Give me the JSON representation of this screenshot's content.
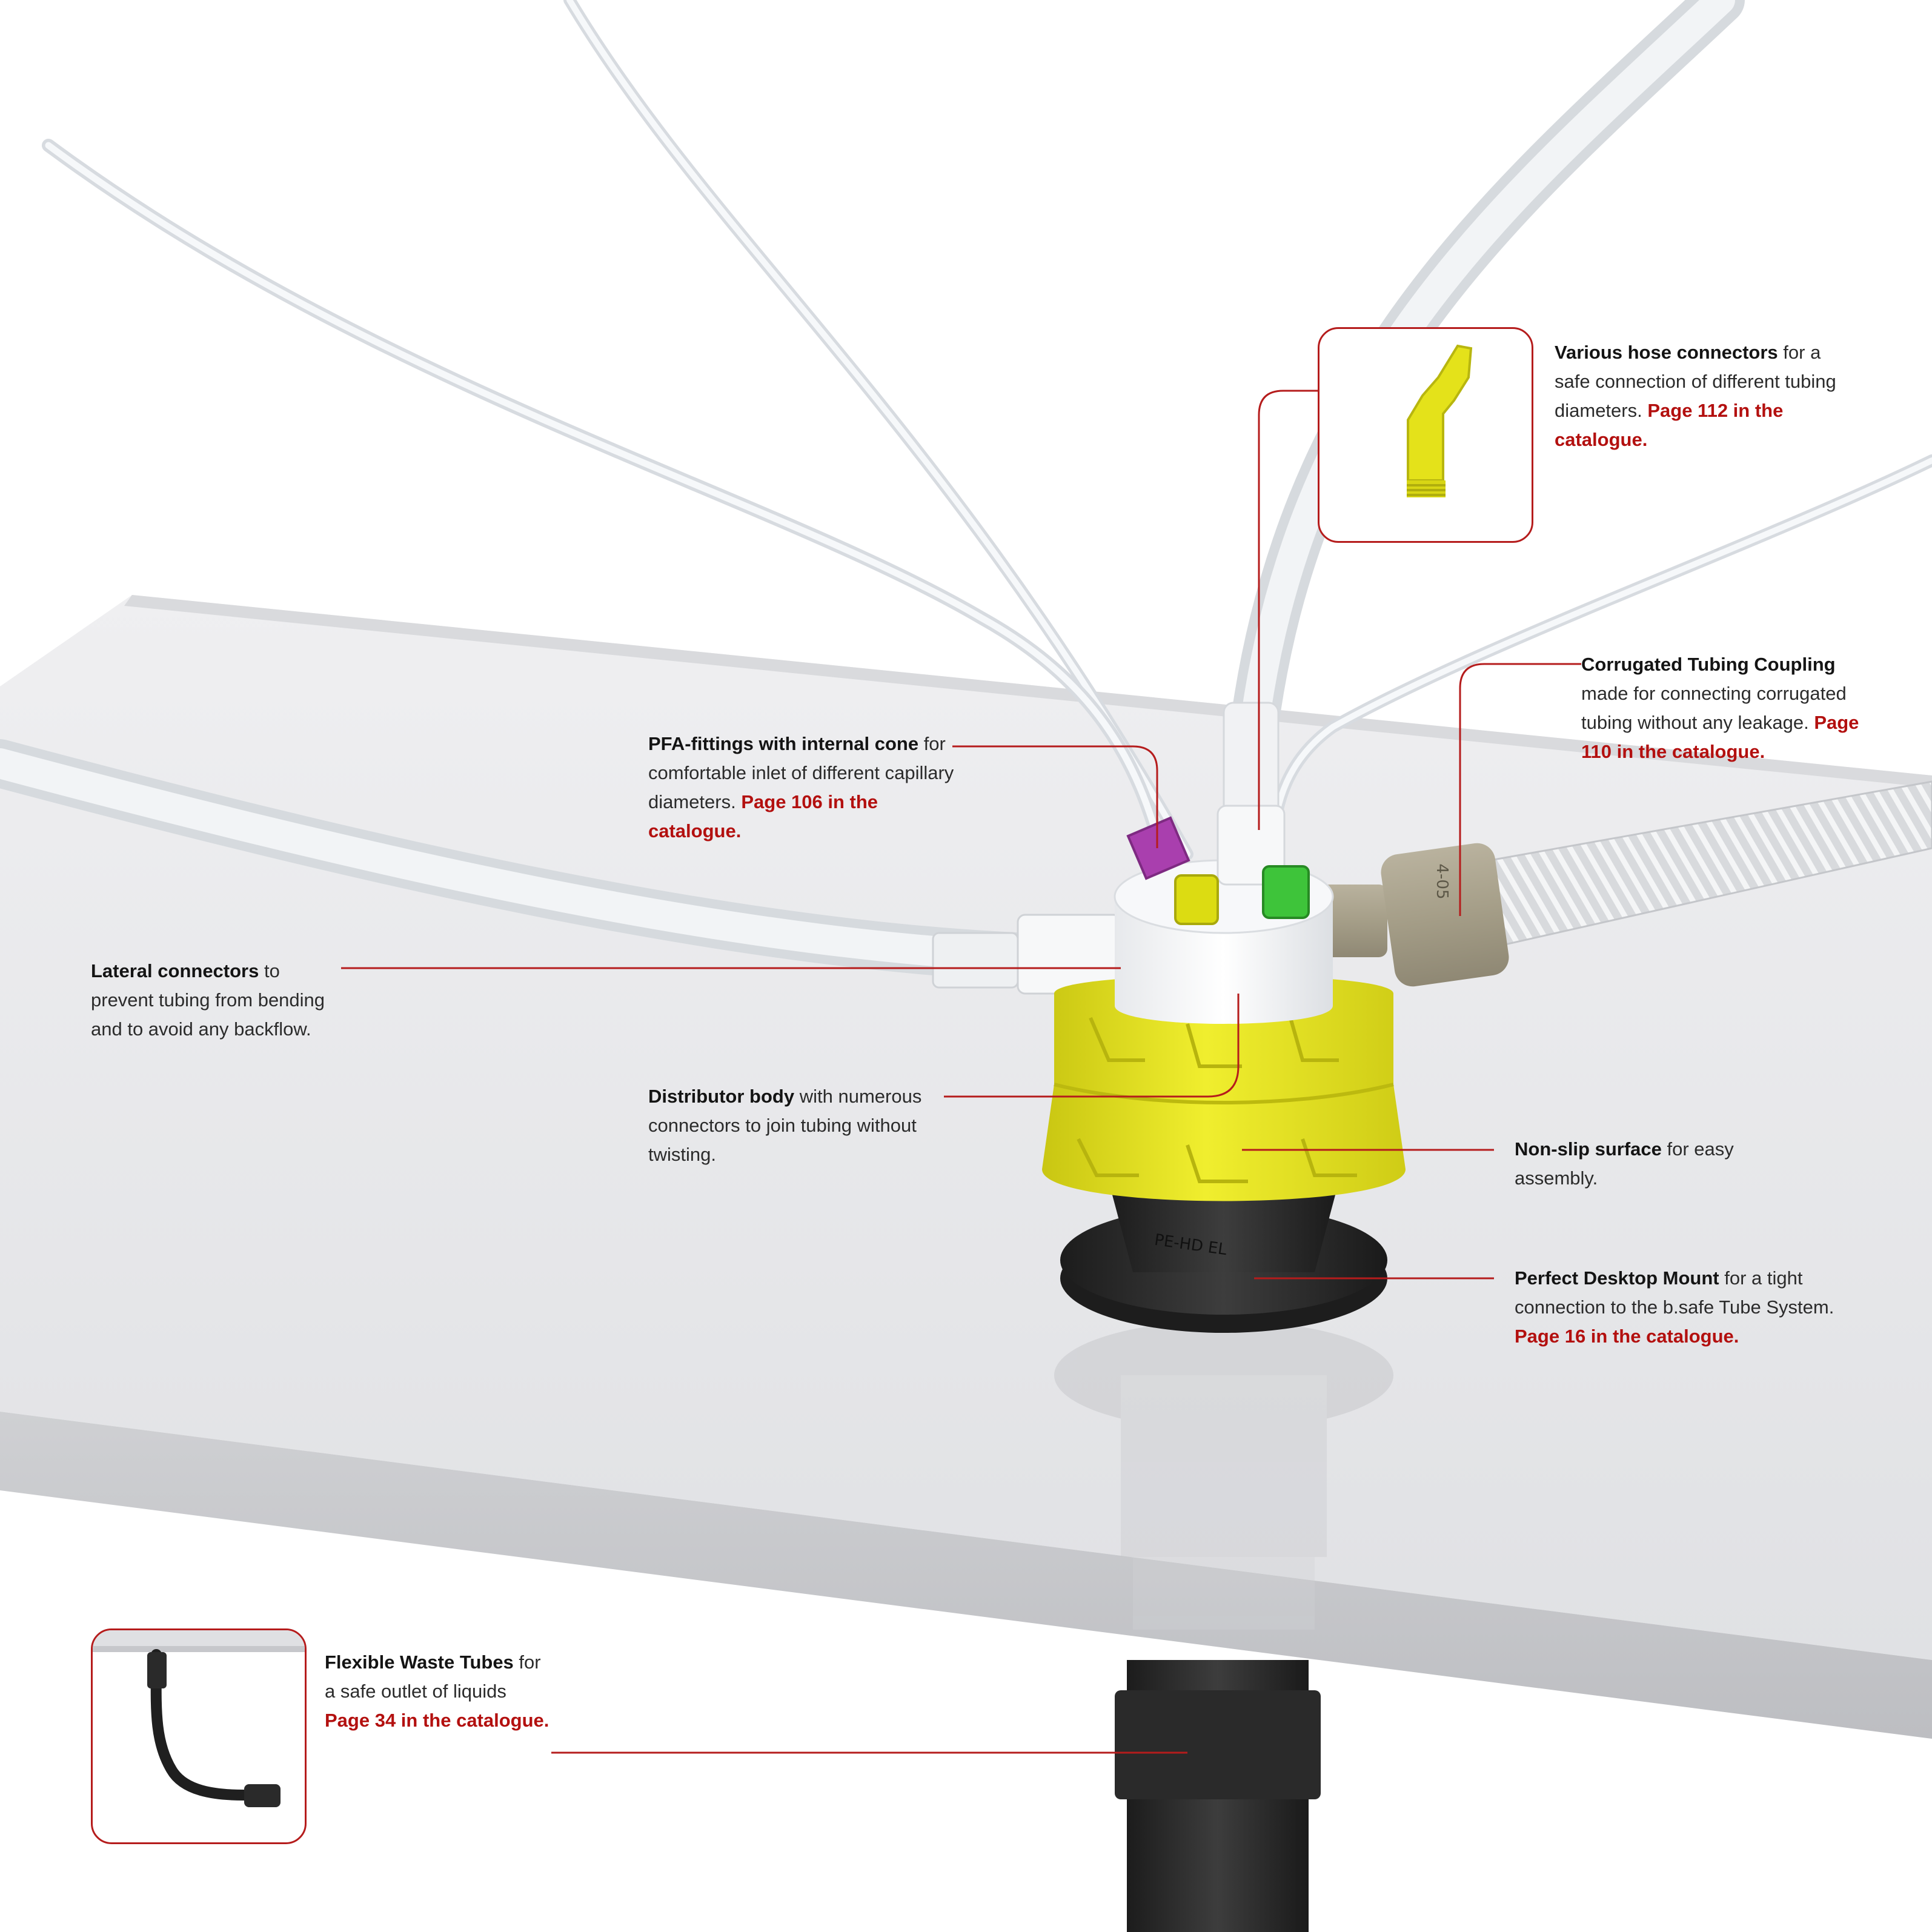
{
  "theme": {
    "accent": "#b3100f",
    "leader_line": "#b51c1c",
    "cap_yellow": "#e6e31a",
    "mount_black": "#2a2a2a",
    "desk_gray": "#e6e7e9"
  },
  "callouts": {
    "hose": {
      "title": "Various hose connectors",
      "text": " for a safe connection of different tubing diameters. ",
      "link": "Page 112 in the catalogue."
    },
    "corrugated": {
      "title": "Corrugated Tubing Coupling",
      "text": " made for connecting corrugated tubing without any leakage. ",
      "link": "Page 110 in the catalogue."
    },
    "pfa": {
      "title": "PFA-fittings with internal cone",
      "text": " for comfortable inlet of different capillary diameters. ",
      "link": "Page 106 in the catalogue."
    },
    "lateral": {
      "title": "Lateral connectors",
      "text": " to prevent tubing from bending and to avoid any backflow."
    },
    "distributor": {
      "title": "Distributor body",
      "text": "  with numerous connectors to join tubing without twisting."
    },
    "nonslip": {
      "title": "Non-slip surface",
      "text": " for easy assembly."
    },
    "desktop": {
      "title": "Perfect Desktop Mount",
      "text": " for a tight connection to the b.safe Tube System. ",
      "link": "Page 16 in the catalogue."
    },
    "waste": {
      "title": "Flexible Waste Tubes",
      "text": " for a safe outlet of liquids ",
      "link": "Page 34 in the catalogue."
    }
  },
  "product_markings": {
    "coupling_code": "4-05",
    "mount_code": "PE-HD EL"
  },
  "icons": {
    "hose_inset": "yellow-hose-connector-icon",
    "waste_inset": "black-waste-tube-icon"
  }
}
